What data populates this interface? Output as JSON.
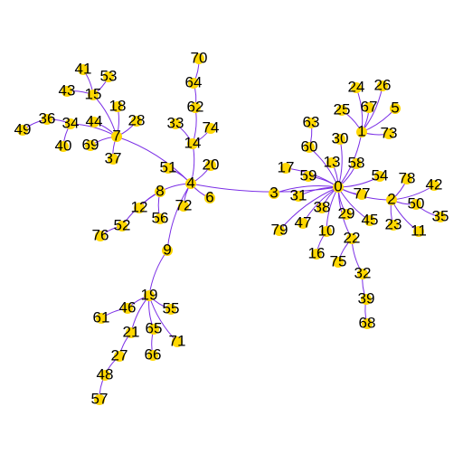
{
  "graph": {
    "colors": {
      "node": "#FFD700",
      "edge": "#7B2FE6",
      "label": "#000000",
      "background": "#FFFFFF"
    },
    "nodes": [
      "0",
      "1",
      "2",
      "3",
      "4",
      "5",
      "6",
      "7",
      "8",
      "9",
      "10",
      "11",
      "12",
      "13",
      "14",
      "15",
      "16",
      "17",
      "18",
      "19",
      "20",
      "21",
      "22",
      "23",
      "24",
      "25",
      "26",
      "27",
      "28",
      "29",
      "30",
      "31",
      "32",
      "33",
      "34",
      "35",
      "36",
      "37",
      "38",
      "39",
      "40",
      "41",
      "42",
      "43",
      "44",
      "45",
      "46",
      "47",
      "48",
      "49",
      "50",
      "51",
      "52",
      "53",
      "54",
      "55",
      "56",
      "57",
      "58",
      "59",
      "60",
      "61",
      "62",
      "63",
      "64",
      "65",
      "66",
      "67",
      "68",
      "69",
      "70",
      "71",
      "72",
      "73",
      "74",
      "75",
      "76",
      "77",
      "78",
      "79"
    ],
    "edges": [
      [
        "4",
        "0"
      ],
      [
        "4",
        "6"
      ],
      [
        "4",
        "8"
      ],
      [
        "4",
        "9"
      ],
      [
        "4",
        "7"
      ],
      [
        "4",
        "14"
      ],
      [
        "4",
        "20"
      ],
      [
        "4",
        "51"
      ],
      [
        "4",
        "72"
      ],
      [
        "8",
        "12"
      ],
      [
        "8",
        "56"
      ],
      [
        "8",
        "52"
      ],
      [
        "52",
        "76"
      ],
      [
        "9",
        "19"
      ],
      [
        "19",
        "46"
      ],
      [
        "46",
        "61"
      ],
      [
        "19",
        "21"
      ],
      [
        "21",
        "27"
      ],
      [
        "27",
        "48"
      ],
      [
        "48",
        "57"
      ],
      [
        "19",
        "65"
      ],
      [
        "65",
        "66"
      ],
      [
        "19",
        "55"
      ],
      [
        "19",
        "71"
      ],
      [
        "7",
        "44"
      ],
      [
        "7",
        "15"
      ],
      [
        "15",
        "43"
      ],
      [
        "15",
        "41"
      ],
      [
        "15",
        "53"
      ],
      [
        "7",
        "18"
      ],
      [
        "7",
        "28"
      ],
      [
        "7",
        "34"
      ],
      [
        "34",
        "36"
      ],
      [
        "36",
        "49"
      ],
      [
        "34",
        "40"
      ],
      [
        "7",
        "69"
      ],
      [
        "7",
        "37"
      ],
      [
        "14",
        "33"
      ],
      [
        "14",
        "62"
      ],
      [
        "62",
        "64"
      ],
      [
        "64",
        "70"
      ],
      [
        "14",
        "74"
      ],
      [
        "0",
        "3"
      ],
      [
        "0",
        "31"
      ],
      [
        "0",
        "17"
      ],
      [
        "0",
        "59"
      ],
      [
        "0",
        "60"
      ],
      [
        "60",
        "63"
      ],
      [
        "0",
        "13"
      ],
      [
        "0",
        "30"
      ],
      [
        "0",
        "1"
      ],
      [
        "1",
        "24"
      ],
      [
        "1",
        "25"
      ],
      [
        "1",
        "67"
      ],
      [
        "1",
        "26"
      ],
      [
        "1",
        "5"
      ],
      [
        "1",
        "73"
      ],
      [
        "0",
        "58"
      ],
      [
        "0",
        "54"
      ],
      [
        "0",
        "2"
      ],
      [
        "2",
        "78"
      ],
      [
        "2",
        "42"
      ],
      [
        "2",
        "50"
      ],
      [
        "50",
        "35"
      ],
      [
        "2",
        "23"
      ],
      [
        "2",
        "11"
      ],
      [
        "0",
        "77"
      ],
      [
        "0",
        "29"
      ],
      [
        "0",
        "45"
      ],
      [
        "0",
        "22"
      ],
      [
        "22",
        "32"
      ],
      [
        "32",
        "39"
      ],
      [
        "39",
        "68"
      ],
      [
        "22",
        "75"
      ],
      [
        "0",
        "38"
      ],
      [
        "0",
        "47"
      ],
      [
        "0",
        "79"
      ],
      [
        "0",
        "10"
      ],
      [
        "10",
        "16"
      ]
    ]
  }
}
